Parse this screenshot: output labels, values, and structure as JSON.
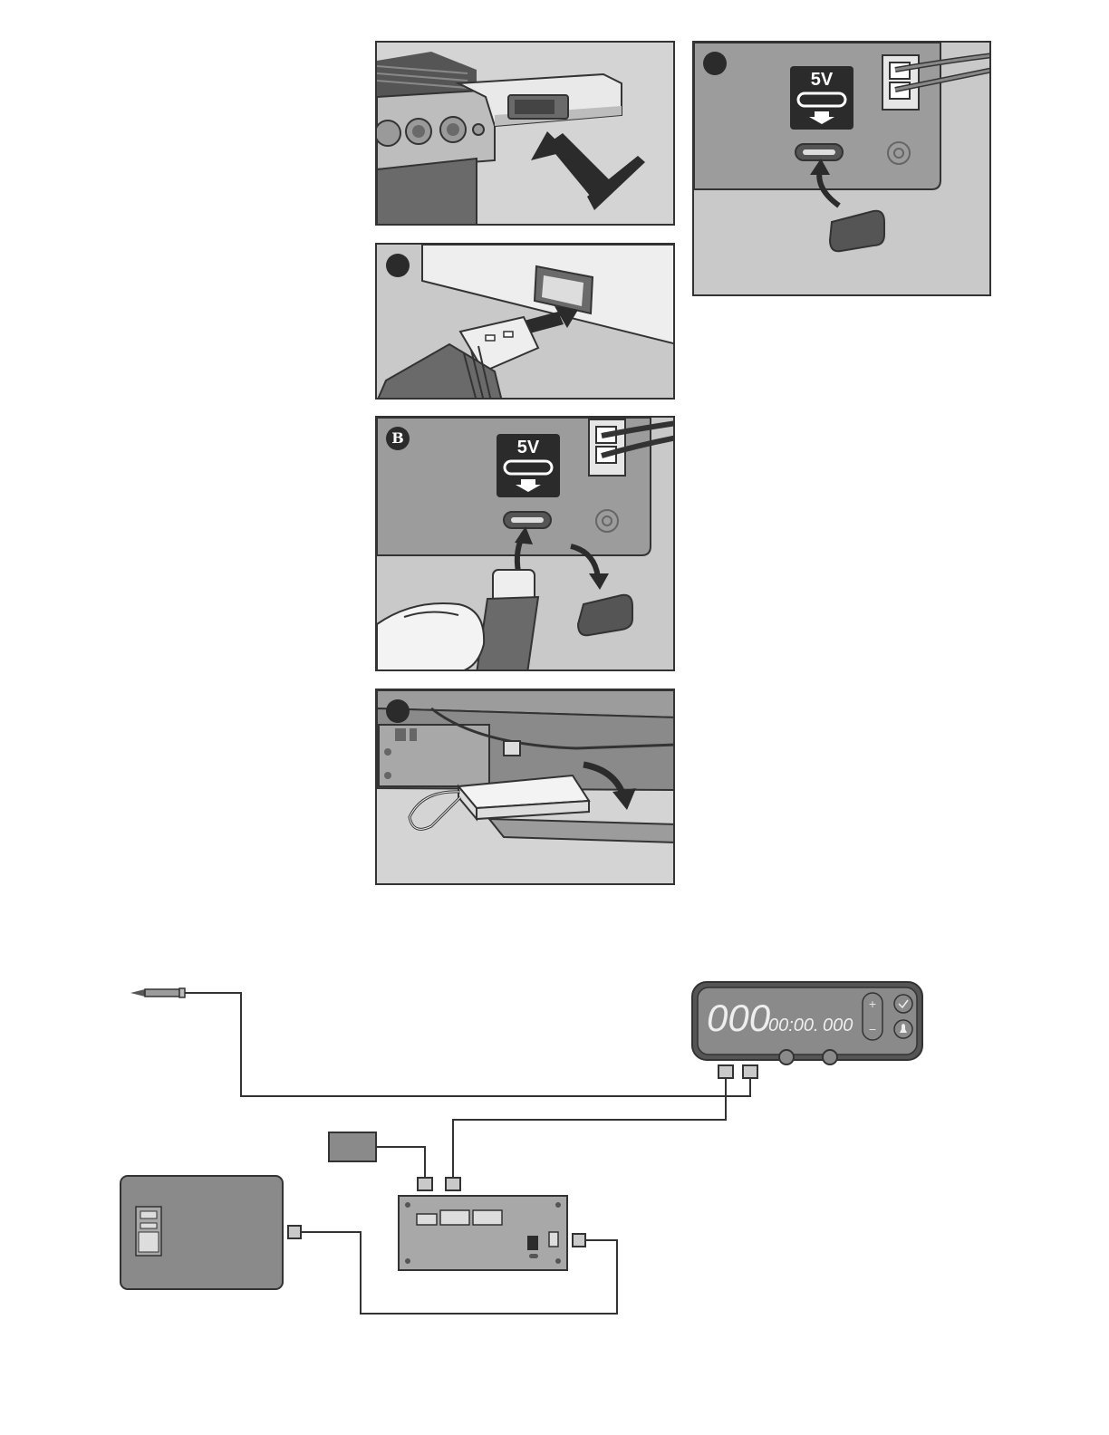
{
  "panels": {
    "panel_a": {
      "badge": ""
    },
    "panel_b": {
      "badge": "B"
    },
    "panel_c": {
      "badge": ""
    },
    "panel_d": {
      "badge": ""
    },
    "panel_e": {
      "badge": ""
    }
  },
  "port_label": "5V",
  "colors": {
    "panel_bg": "#c9c9c9",
    "dark": "#2b2b2b",
    "mid": "#8a8a8a",
    "light": "#e6e6e6",
    "stroke": "#333333"
  },
  "controller_display": {
    "main_temp": "000",
    "timer": "00:00.",
    "secondary_temp": "000"
  },
  "icons": [
    "grill-icon",
    "usb-a-plug-icon",
    "usb-c-plug-icon",
    "port-cap-icon",
    "battery-pack-icon",
    "temperature-probe-icon",
    "controller-display-icon",
    "power-supply-icon",
    "control-module-icon",
    "plus-icon",
    "minus-icon",
    "check-icon",
    "bell-icon"
  ]
}
